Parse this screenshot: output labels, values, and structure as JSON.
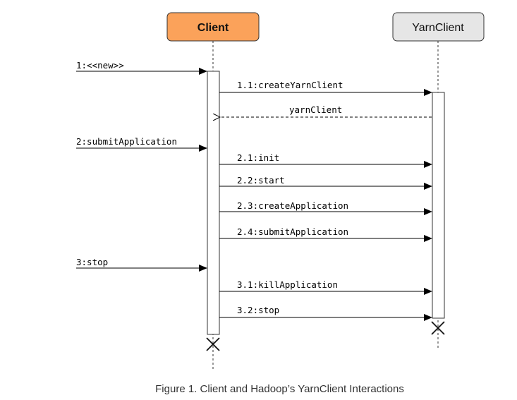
{
  "participants": [
    {
      "id": "client",
      "name": "Client",
      "fill": "#fba25a",
      "bold": true
    },
    {
      "id": "yarnclient",
      "name": "YarnClient",
      "fill": "#e6e6e6",
      "bold": false
    }
  ],
  "messages": [
    {
      "label": "1:<<new>>",
      "from": "external",
      "to": "client",
      "type": "sync"
    },
    {
      "label": "1.1:createYarnClient",
      "from": "client",
      "to": "yarnclient",
      "type": "sync"
    },
    {
      "label": "yarnClient",
      "from": "yarnclient",
      "to": "client",
      "type": "return"
    },
    {
      "label": "2:submitApplication",
      "from": "external",
      "to": "client",
      "type": "sync"
    },
    {
      "label": "2.1:init",
      "from": "client",
      "to": "yarnclient",
      "type": "sync"
    },
    {
      "label": "2.2:start",
      "from": "client",
      "to": "yarnclient",
      "type": "sync"
    },
    {
      "label": "2.3:createApplication",
      "from": "client",
      "to": "yarnclient",
      "type": "sync"
    },
    {
      "label": "2.4:submitApplication",
      "from": "client",
      "to": "yarnclient",
      "type": "sync"
    },
    {
      "label": "3:stop",
      "from": "external",
      "to": "client",
      "type": "sync"
    },
    {
      "label": "3.1:killApplication",
      "from": "client",
      "to": "yarnclient",
      "type": "sync"
    },
    {
      "label": "3.2:stop",
      "from": "client",
      "to": "yarnclient",
      "type": "sync"
    }
  ],
  "caption": "Figure 1. Client and Hadoop’s YarnClient Interactions"
}
